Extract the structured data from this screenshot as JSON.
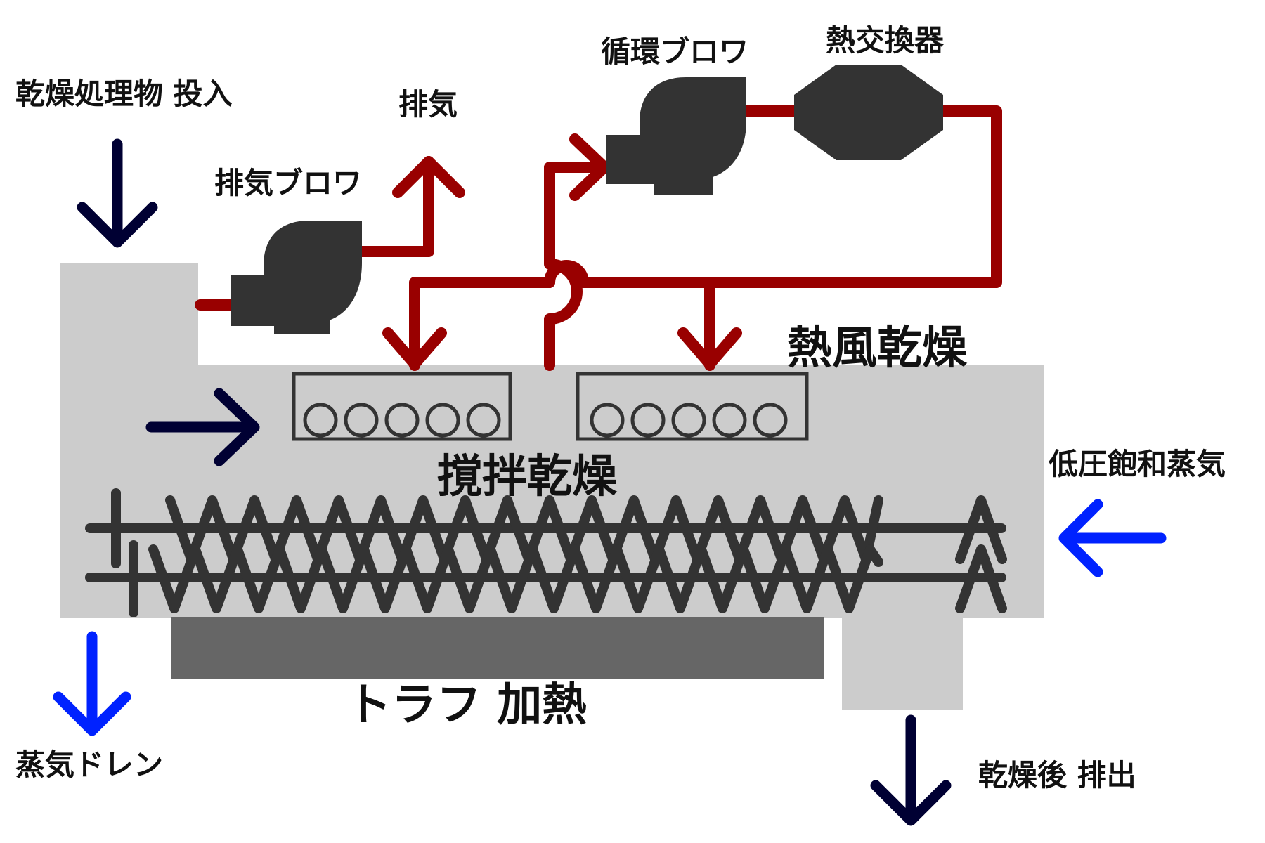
{
  "labels": {
    "feed_input": "乾燥処理物 投入",
    "exhaust": "排気",
    "exhaust_blower": "排気ブロワ",
    "circulation_blower": "循環ブロワ",
    "heat_exchanger": "熱交換器",
    "hot_air_drying": "熱風乾燥",
    "agitation_drying": "撹拌乾燥",
    "low_pressure_steam": "低圧飽和蒸気",
    "trough_heating": "トラフ 加熱",
    "steam_drain": "蒸気ドレン",
    "dried_discharge": "乾燥後 排出"
  },
  "colors": {
    "body": "#cccccc",
    "duct": "#990000",
    "machine": "#333333",
    "trough_heater": "#666666",
    "process_arrow": "#000033",
    "steam_arrow": "#0022ff"
  }
}
